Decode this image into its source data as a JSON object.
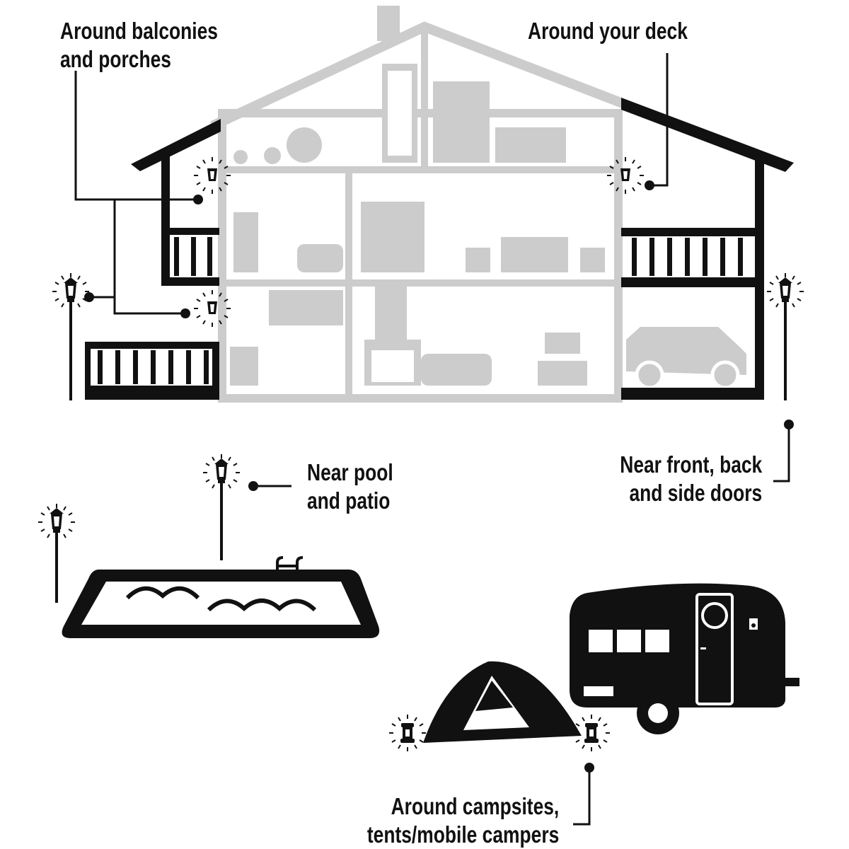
{
  "labels": {
    "balconies": {
      "line1": "Around balconies",
      "line2": "and porches"
    },
    "deck": {
      "line1": "Around your deck"
    },
    "pool": {
      "line1": "Near pool",
      "line2": "and patio"
    },
    "doors": {
      "line1": "Near front, back",
      "line2": "and side doors"
    },
    "camp": {
      "line1": "Around campsites,",
      "line2": "tents/mobile campers"
    }
  },
  "colors": {
    "ink": "#111111",
    "house_gray": "#cccccc",
    "background": "#ffffff"
  }
}
